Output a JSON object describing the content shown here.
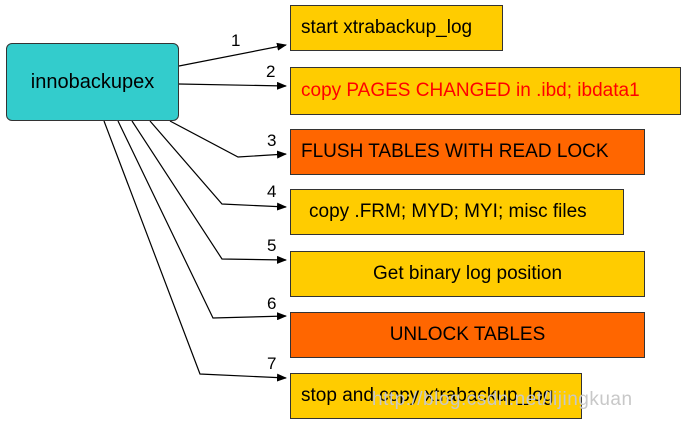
{
  "source": {
    "label": "innobackupex"
  },
  "steps": [
    {
      "number": "1",
      "label": "start xtrabackup_log"
    },
    {
      "number": "2",
      "label": "copy PAGES CHANGED in .ibd; ibdata1"
    },
    {
      "number": "3",
      "label": "FLUSH TABLES WITH READ LOCK"
    },
    {
      "number": "4",
      "label": "copy .FRM; MYD; MYI; misc files"
    },
    {
      "number": "5",
      "label": "Get binary log position"
    },
    {
      "number": "6",
      "label": "UNLOCK TABLES"
    },
    {
      "number": "7",
      "label": "stop and copy xtrabackup_log"
    }
  ],
  "watermark": "http://blog.csdn.net/lijingkuan",
  "colors": {
    "source_fill": "#33cccc",
    "step_fill": "#ffcc00",
    "highlight_fill": "#ff6600",
    "highlight_text": "#ff0000"
  }
}
